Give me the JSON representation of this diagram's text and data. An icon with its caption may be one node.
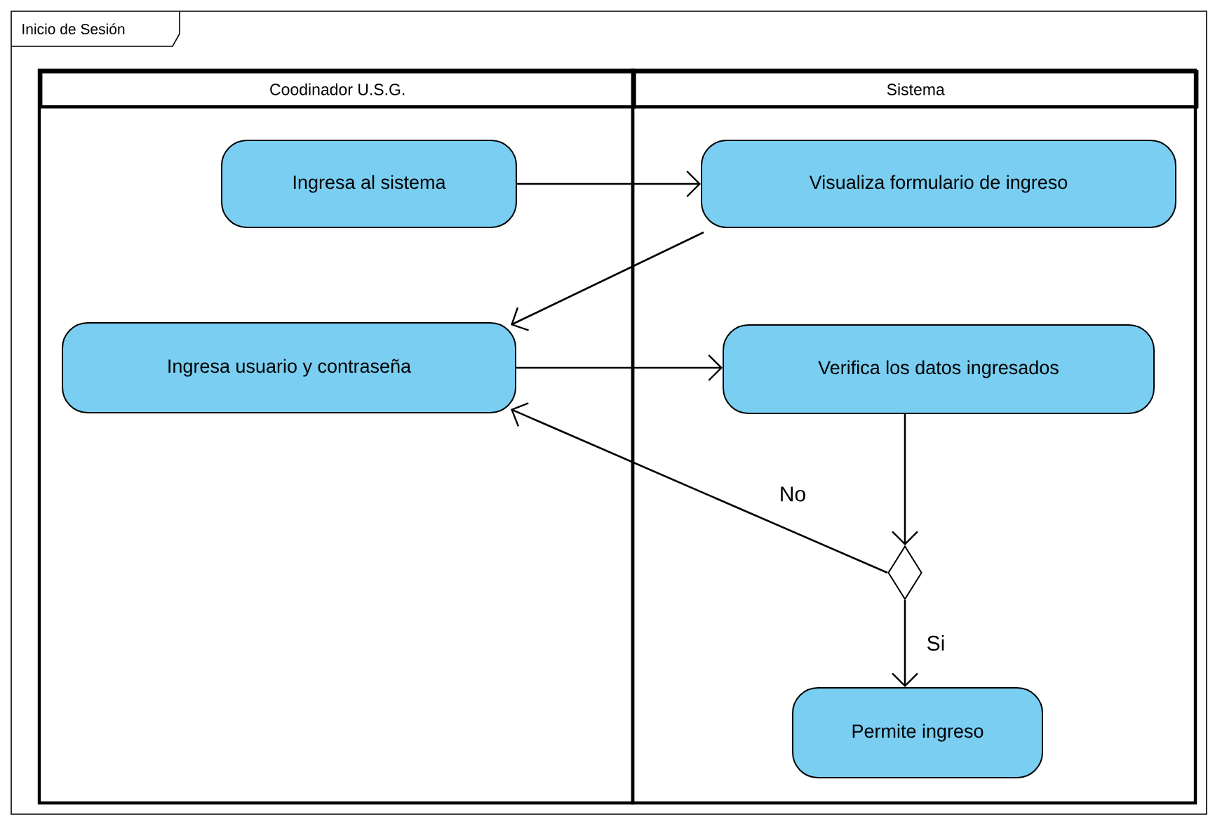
{
  "diagram": {
    "nodes": [
      {
        "text": [
          "Inicio de Sesión"
        ]
      },
      {
        "text": [
          "Coodinador U.S.G."
        ],
        "in": 0
      },
      {
        "text": [
          "Sistema"
        ],
        "in": 0
      },
      {
        "text": [
          "Ingresa al sistema"
        ],
        "in": 1
      },
      {
        "text": [
          "Visualiza formulario de ingreso"
        ],
        "in": 2
      },
      {
        "text": [
          "Ingresa usuario y contraseña"
        ],
        "in": 1
      },
      {
        "text": [
          "Verifica los datos ingresados"
        ],
        "in": 2
      },
      {
        "text": [],
        "shape": "diamond",
        "in": 2
      },
      {
        "text": [
          "Permite ingreso"
        ],
        "in": 2
      }
    ],
    "edges": [
      {
        "from": 3,
        "to": 4,
        "arrow": "to"
      },
      {
        "from": 4,
        "to": 5,
        "arrow": "to"
      },
      {
        "from": 5,
        "to": 6,
        "arrow": "to"
      },
      {
        "from": 6,
        "to": 7,
        "arrow": "to"
      },
      {
        "from": 7,
        "to": 5,
        "arrow": "to",
        "label": "No"
      },
      {
        "from": 7,
        "to": 8,
        "arrow": "to",
        "label": "Si"
      }
    ]
  }
}
